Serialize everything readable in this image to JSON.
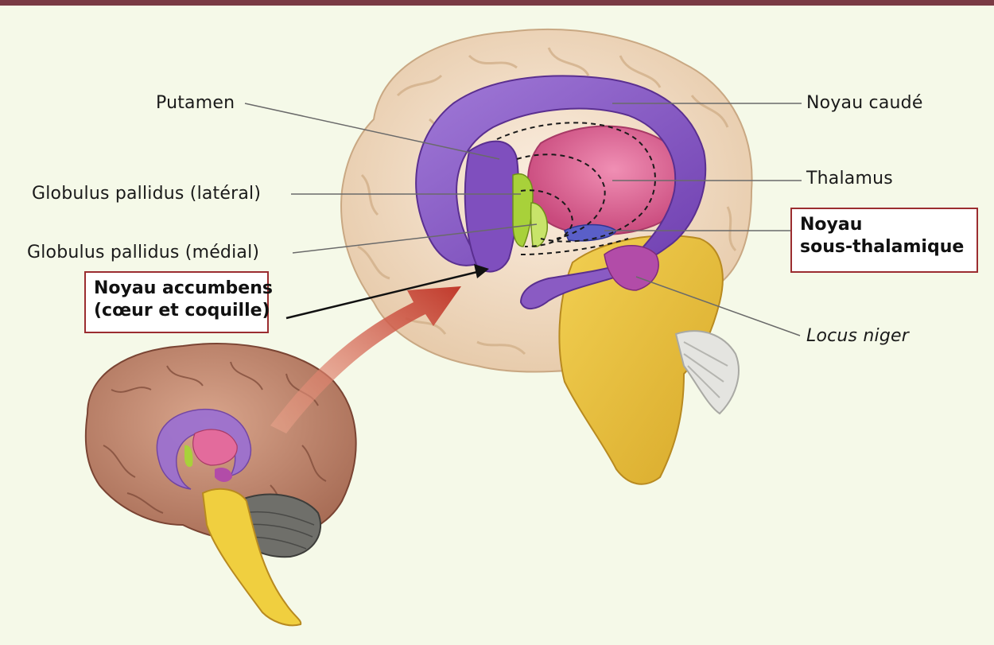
{
  "labels": {
    "putamen": "Putamen",
    "gp_lateral": "Globulus pallidus (latéral)",
    "gp_medial": "Globulus pallidus (médial)",
    "caudate": "Noyau caudé",
    "thalamus": "Thalamus",
    "locus_niger": "Locus niger"
  },
  "accumbens_box": {
    "line1": "Noyau accumbens",
    "line2": "(cœur et coquille)"
  },
  "subthalamic_box": {
    "line1": "Noyau",
    "line2": "sous-thalamique"
  },
  "colors": {
    "frame_bar": "#7a3b44",
    "box_border": "#9b2d30",
    "striatum": "#8d5bc4",
    "thalamus": "#d95b8e",
    "pallidus": "#a8d13a",
    "brainstem": "#e8c23a",
    "cortex": "#f1dcc4",
    "arrow": "#c8483a"
  }
}
